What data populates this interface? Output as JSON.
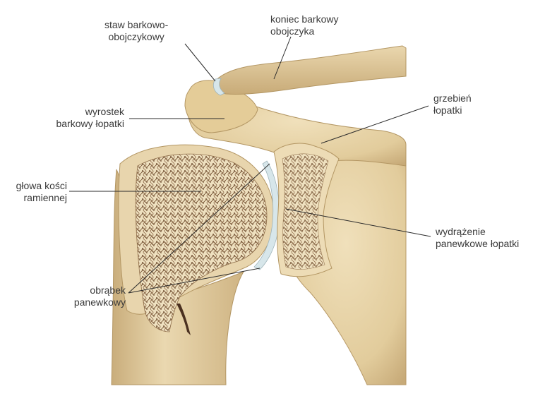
{
  "labels": {
    "acromioclavicular_joint": {
      "line1": "staw barkowo-",
      "line2": "obojczykowy"
    },
    "acromial_end_clavicle": {
      "line1": "koniec barkowy",
      "line2": "obojczyka"
    },
    "acromion": {
      "line1": "wyrostek",
      "line2": "barkowy łopatki"
    },
    "spine_of_scapula": {
      "line1": "grzebień",
      "line2": "łopatki"
    },
    "humeral_head": {
      "line1": "głowa kości",
      "line2": "ramiennej"
    },
    "glenoid_cavity": {
      "line1": "wydrążenie",
      "line2": "panewkowe łopatki"
    },
    "glenoid_labrum": {
      "line1": "obrąbek",
      "line2": "panewkowy"
    }
  },
  "colors": {
    "bone": "#e7d3a8",
    "bone_shadow": "#c9ae7c",
    "cancellous": "#6e4f34",
    "cartilage": "#d7e6ea",
    "leader_line": "#2b2b2b",
    "text": "#3a3a3a"
  }
}
